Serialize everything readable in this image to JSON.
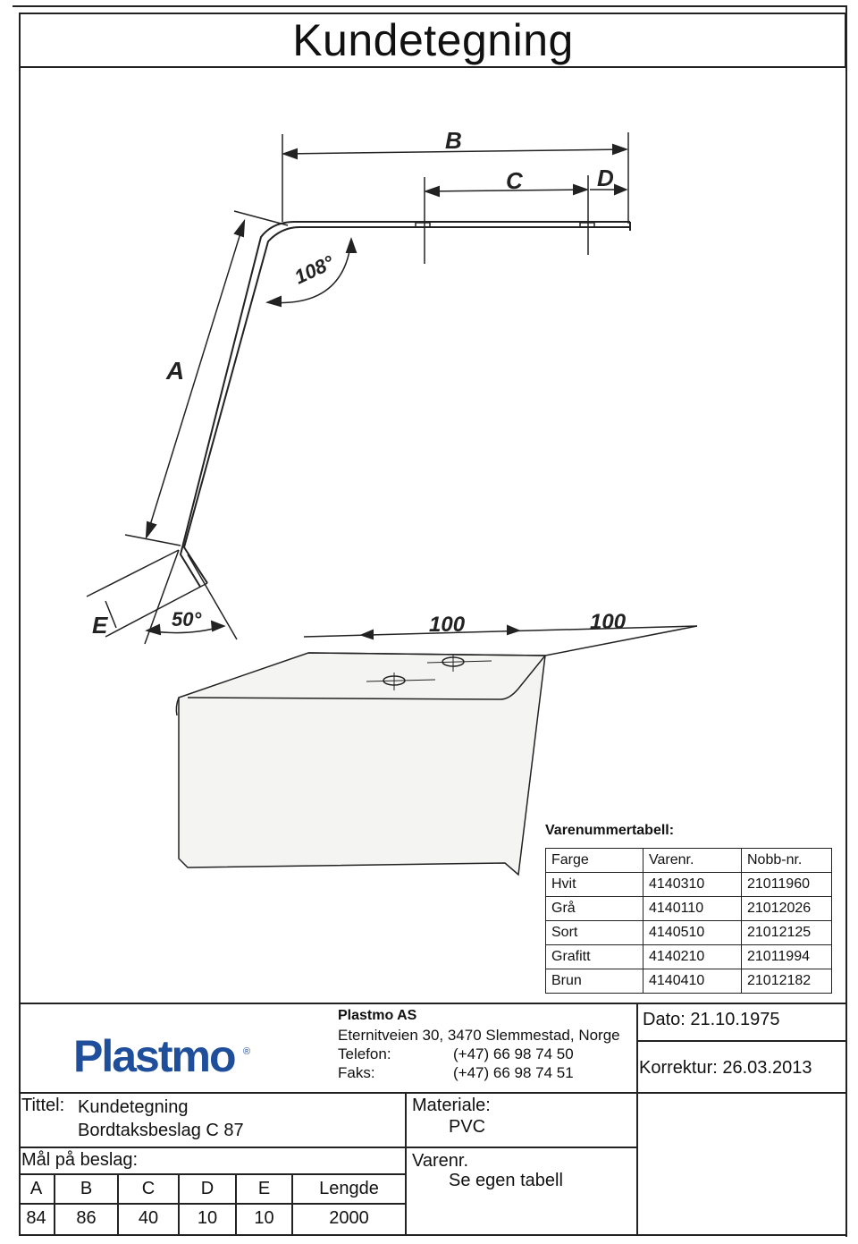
{
  "title": "Kundetegning",
  "drawing_labels": {
    "B": "B",
    "C": "C",
    "D": "D",
    "A": "A",
    "E": "E",
    "angle_top": "108°",
    "angle_bottom": "50°",
    "dim1": "100",
    "dim2": "100"
  },
  "product_table": {
    "caption": "Varenummertabell:",
    "headers": [
      "Farge",
      "Varenr.",
      "Nobb-nr."
    ],
    "rows": [
      [
        "Hvit",
        "4140310",
        "21011960"
      ],
      [
        "Grå",
        "4140110",
        "21012026"
      ],
      [
        "Sort",
        "4140510",
        "21012125"
      ],
      [
        "Grafitt",
        "4140210",
        "21011994"
      ],
      [
        "Brun",
        "4140410",
        "21012182"
      ]
    ]
  },
  "company": {
    "logo_text": "Plastmo",
    "name": "Plastmo AS",
    "address": "Eternitveien 30, 3470 Slemmestad, Norge",
    "phone_label": "Telefon:",
    "phone": "(+47) 66 98 74 50",
    "fax_label": "Faks:",
    "fax": "(+47) 66 98 74 51"
  },
  "dates": {
    "dato": "Dato: 21.10.1975",
    "korrektur": "Korrektur: 26.03.2013"
  },
  "title_block": {
    "tittel_label": "Tittel:",
    "tittel_line1": "Kundetegning",
    "tittel_line2": "Bordtaksbeslag C 87",
    "materiale_label": "Materiale:",
    "materiale_value": "PVC",
    "varenr_label": "Varenr.",
    "varenr_value": "Se egen tabell",
    "maal_label": "Mål på beslag:",
    "dims_headers": [
      "A",
      "B",
      "C",
      "D",
      "E",
      "Lengde"
    ],
    "dims_values": [
      "84",
      "86",
      "40",
      "10",
      "10",
      "2000"
    ]
  }
}
